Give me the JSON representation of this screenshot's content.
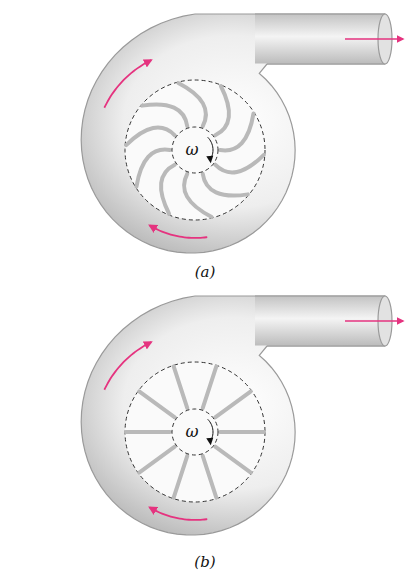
{
  "diagram": {
    "nodes": [
      {
        "text": [
          "ω"
        ]
      },
      {
        "text": [
          "ω"
        ]
      }
    ],
    "labels": [
      "(a)",
      "(b)"
    ]
  }
}
